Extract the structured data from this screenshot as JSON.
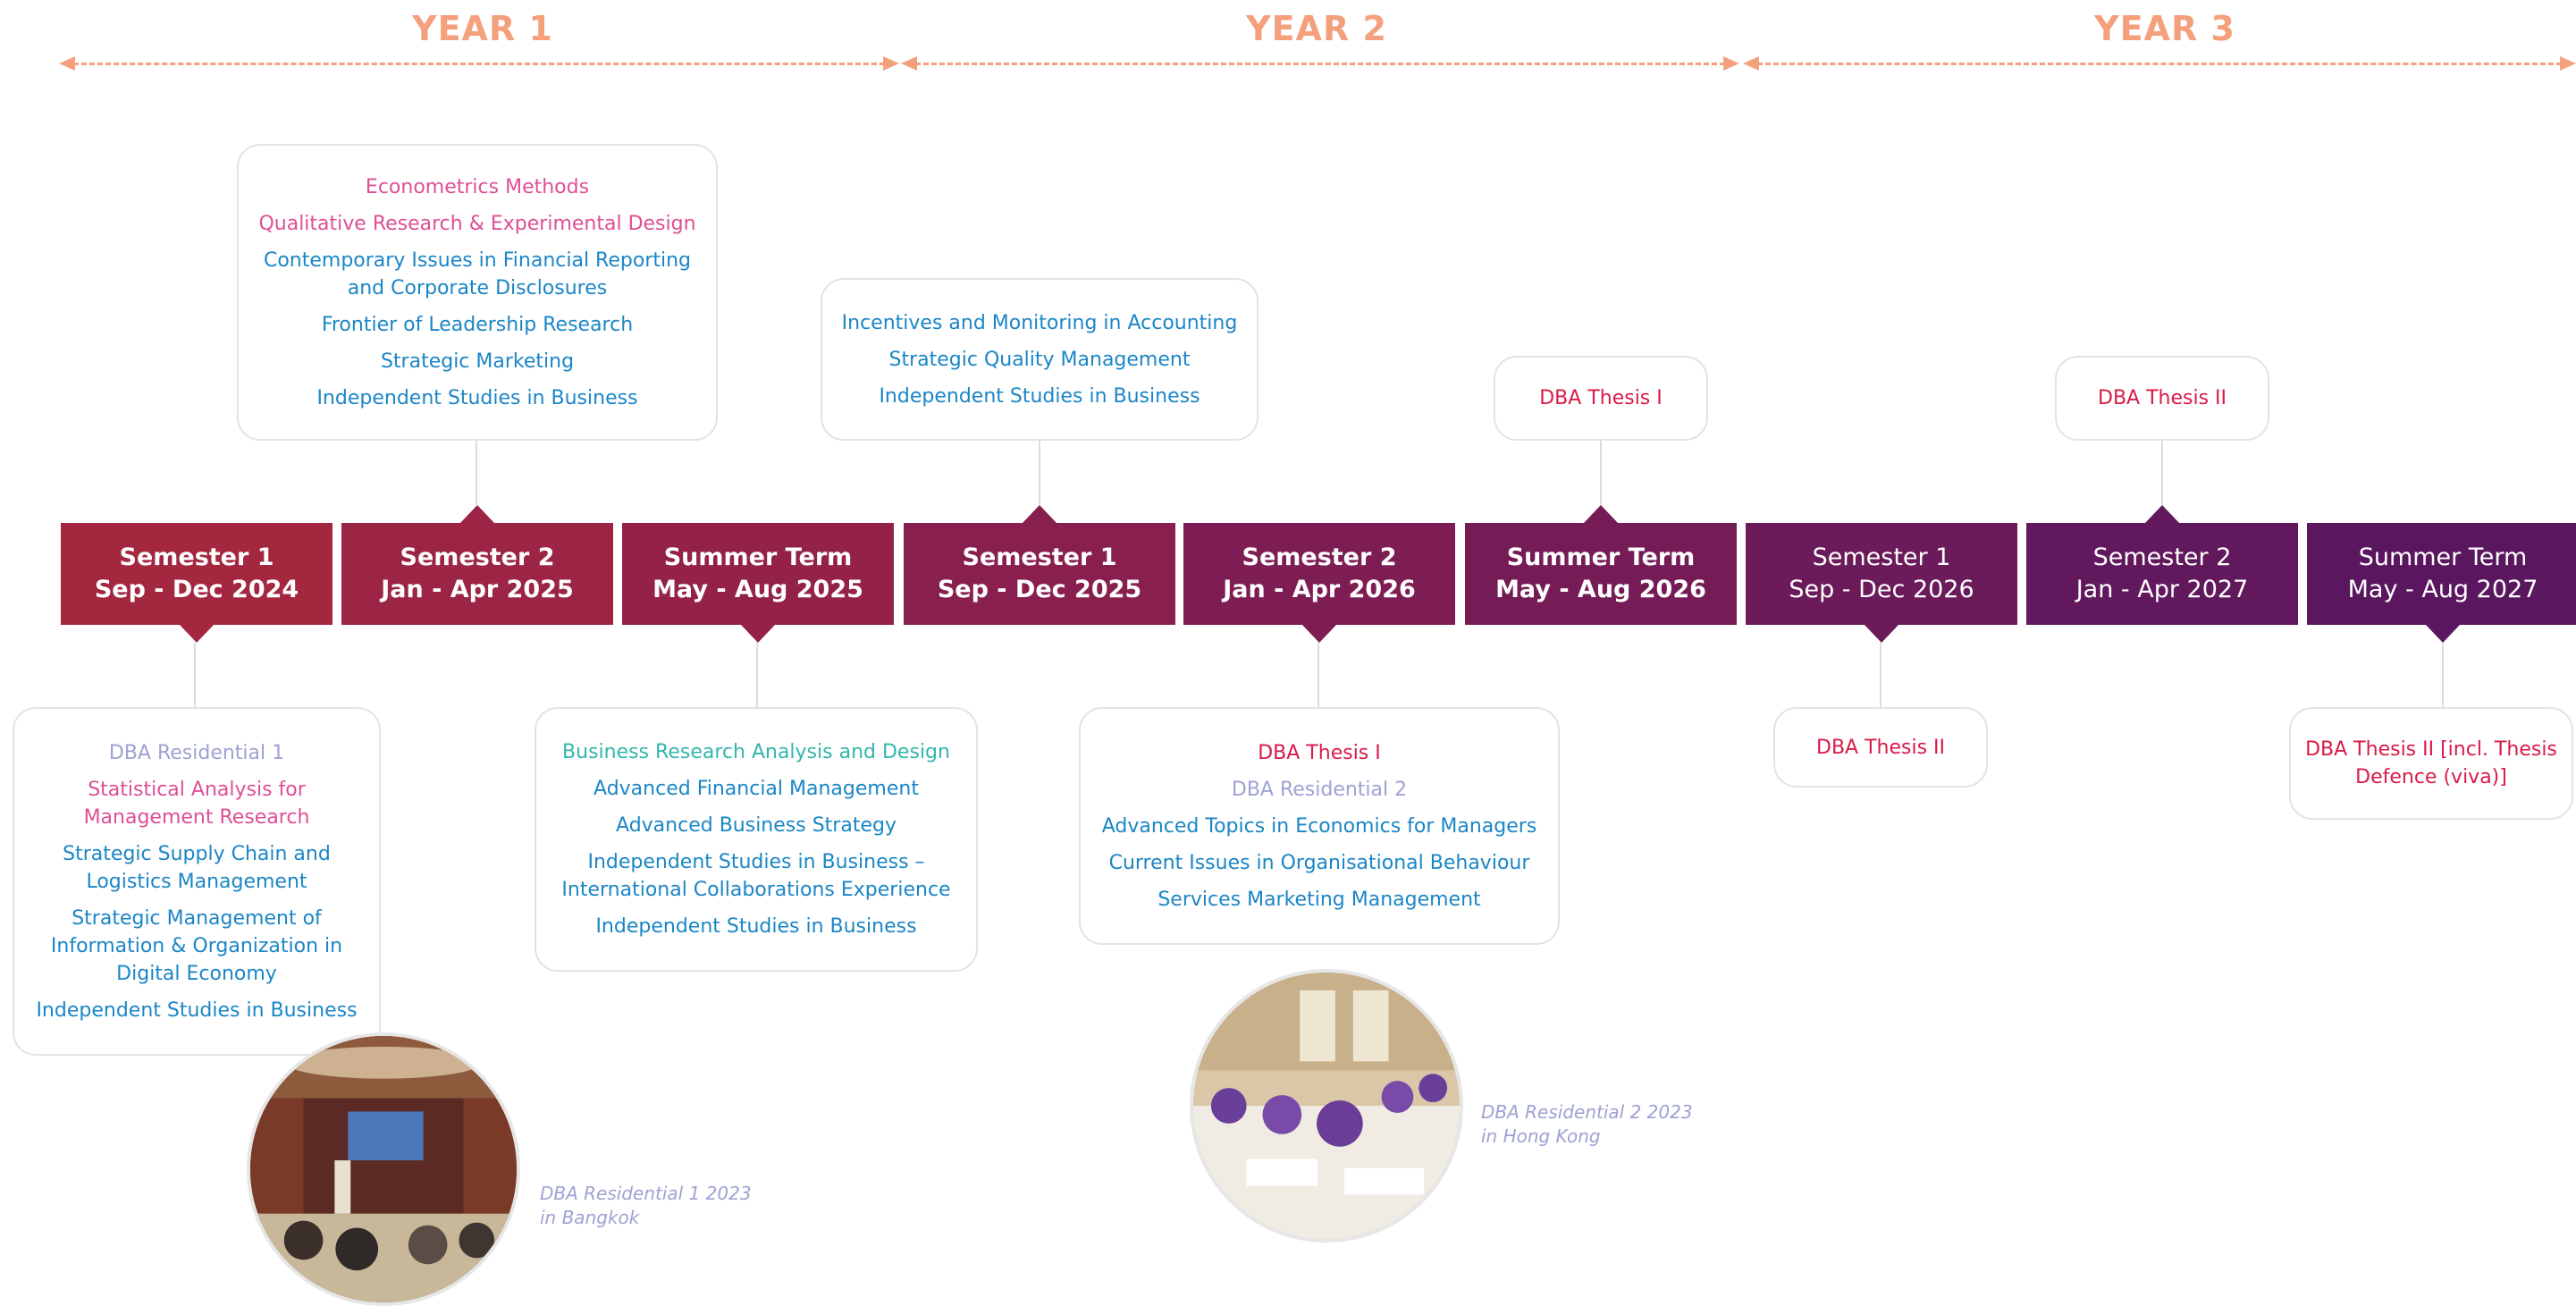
{
  "years": [
    "YEAR 1",
    "YEAR 2",
    "YEAR 3"
  ],
  "colors": {
    "year_accent": "#f4a07c",
    "term_gradient": [
      "#a3273f",
      "#921f4a",
      "#7e1c54",
      "#6b1a5a",
      "#5a175f"
    ],
    "course_blue": "#1b86c6",
    "course_pink": "#de4f95",
    "residential": "#9ea2d2",
    "research": "#33b7ab",
    "thesis": "#d81b48"
  },
  "terms": [
    {
      "name": "Semester 1",
      "period": "Sep - Dec 2024"
    },
    {
      "name": "Semester 2",
      "period": "Jan - Apr 2025"
    },
    {
      "name": "Summer Term",
      "period": "May - Aug 2025"
    },
    {
      "name": "Semester 1",
      "period": "Sep - Dec 2025"
    },
    {
      "name": "Semester 2",
      "period": "Jan - Apr 2026"
    },
    {
      "name": "Summer Term",
      "period": "May - Aug 2026"
    },
    {
      "name": "Semester 1",
      "period": "Sep - Dec 2026"
    },
    {
      "name": "Semester 2",
      "period": "Jan - Apr 2027"
    },
    {
      "name": "Summer Term",
      "period": "May - Aug 2027"
    }
  ],
  "boxes": {
    "y1s1": [
      "DBA Residential 1",
      "Statistical Analysis for Management Research",
      "Strategic Supply Chain and Logistics Management",
      "Strategic Management of Information & Organization in Digital Economy",
      "Independent Studies in Business"
    ],
    "y1s2": [
      "Econometrics Methods",
      "Qualitative Research & Experimental Design",
      "Contemporary Issues in Financial Reporting and Corporate Disclosures",
      "Frontier of Leadership Research",
      "Strategic Marketing",
      "Independent Studies in Business"
    ],
    "y1st": [
      "Business Research Analysis and Design",
      "Advanced Financial Management",
      "Advanced Business Strategy",
      "Independent Studies in Business – International Collaborations Experience",
      "Independent Studies in Business"
    ],
    "y2s1": [
      "Incentives and Monitoring in Accounting",
      "Strategic Quality Management",
      "Independent Studies in Business"
    ],
    "y2s2": [
      "DBA Thesis I",
      "DBA Residential 2",
      "Advanced Topics in Economics for Managers",
      "Current Issues in Organisational Behaviour",
      "Services Marketing Management"
    ],
    "y2st": [
      "DBA Thesis I"
    ],
    "y3s1": [
      "DBA Thesis II"
    ],
    "y3s2": [
      "DBA Thesis II"
    ],
    "y3st": [
      "DBA Thesis II [incl. Thesis Defence (viva)]"
    ]
  },
  "photos": [
    {
      "caption_line1": "DBA Residential 1 2023",
      "caption_line2": "in Bangkok"
    },
    {
      "caption_line1": "DBA Residential 2 2023",
      "caption_line2": "in Hong Kong"
    }
  ]
}
